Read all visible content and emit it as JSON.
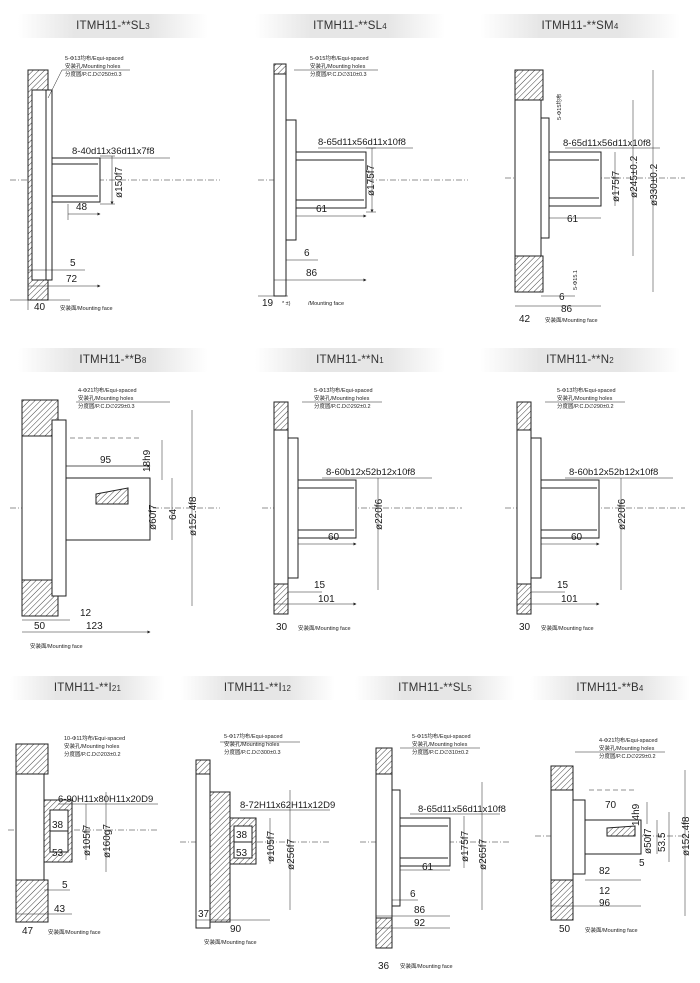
{
  "panels": [
    {
      "id": "sl3",
      "title": "ITMH11-**SL",
      "sub": "3",
      "note1": "5-Φ13均布/Equi-spaced",
      "note2": "安装孔/Mounting holes",
      "note3": "分度圆/P.C.D∅250±0.3",
      "spline": "8-40d11x36d11x7f8",
      "d_main": "ø150f7",
      "len_inner": "48",
      "step": "5",
      "len_total": "72",
      "flange": "40",
      "face": "安装面/Mounting face"
    },
    {
      "id": "sl4",
      "title": "ITMH11-**SL",
      "sub": "4",
      "note1": "5-Φ15均布/Equi-spaced",
      "note2": "安装孔/Mounting holes",
      "note3": "分度圆/P.C.D∅310±0.3",
      "spline": "8-65d11x56d11x10f8",
      "d_main": "ø175f7",
      "len_inner": "61",
      "step": "6",
      "len_total": "86",
      "flange": "19",
      "note_sym": "* ±)",
      "face": "/Mounting face"
    },
    {
      "id": "sm4",
      "title": "ITMH11-**SM",
      "sub": "4",
      "note_top": "5-Φ15均布",
      "spline": "8-65d11x56d11x10f8",
      "d_main": "ø175f7",
      "d_pcd": "ø245±0.2",
      "d_outer": "ø330±0.2",
      "len_inner": "61",
      "note_bottom": "5-Φ15.1",
      "step": "6",
      "len_total": "86",
      "flange": "42",
      "face": "安装面/Mounting face"
    },
    {
      "id": "b8",
      "title": "ITMH11-**B",
      "sub": "8",
      "note1": "4-Φ21均布/Equi-spaced",
      "note2": "安装孔/Mounting holes",
      "note3": "分度圆/P.C.D∅229±0.3",
      "len_key": "95",
      "key_w": "18h9",
      "d_main": "ø60f7",
      "key_h": "64",
      "d_outer": "ø152.4f8",
      "step": "12",
      "len_total": "123",
      "flange": "50",
      "face": "安装面/Mounting face"
    },
    {
      "id": "n1",
      "title": "ITMH11-**N",
      "sub": "1",
      "note1": "5-Φ13均布/Equi-spaced",
      "note2": "安装孔/Mounting holes",
      "note3": "分度圆/P.C.D∅292±0.2",
      "spline": "8-60b12x52b12x10f8",
      "d_main": "ø220f6",
      "len_inner": "60",
      "step": "15",
      "len_total": "101",
      "flange": "30",
      "face": "安装面/Mounting face"
    },
    {
      "id": "n2",
      "title": "ITMH11-**N",
      "sub": "2",
      "note1": "5-Φ13均布/Equi-spaced",
      "note2": "安装孔/Mounting holes",
      "note3": "分度圆/P.C.D∅290±0.2",
      "spline": "8-60b12x52b12x10f8",
      "d_main": "ø220f6",
      "len_inner": "60",
      "step": "15",
      "len_total": "101",
      "flange": "30",
      "face": "安装面/Mounting face"
    },
    {
      "id": "i21",
      "title": "ITMH11-**I",
      "sub": "21",
      "note1": "10-Φ11均布/Equi-spaced",
      "note2": "安装孔/Mounting holes",
      "note3": "分度圆/P.C.D∅203±0.2",
      "spline": "6-90H11x80H11x20D9",
      "len_a": "38",
      "len_b": "53",
      "d_main": "ø105f7",
      "d_outer": "ø160g7",
      "step": "5",
      "len_total": "43",
      "flange": "47",
      "face": "安装面/Mounting face"
    },
    {
      "id": "i12",
      "title": "ITMH11-**I",
      "sub": "12",
      "note1": "5-Φ17均布/Equi-spaced",
      "note2": "安装孔/Mounting holes",
      "note3": "分度圆/P.C.D∅300±0.3",
      "spline": "8-72H11x62H11x12D9",
      "len_a": "38",
      "len_b": "53",
      "d_main": "ø105f7",
      "d_outer": "ø256f7",
      "len_total": "90",
      "flange": "37",
      "face": "安装面/Mounting face"
    },
    {
      "id": "sl5",
      "title": "ITMH11-**SL",
      "sub": "5",
      "note1": "5-Φ15均布/Equi-spaced",
      "note2": "安装孔/Mounting holes",
      "note3": "分度圆/P.C.D∅310±0.2",
      "spline": "8-65d11x56d11x10f8",
      "d_main": "ø175f7",
      "d_outer": "ø265f7",
      "len_inner": "61",
      "step": "6",
      "len_mid": "86",
      "len_total": "92",
      "flange": "36",
      "face": "安装面/Mounting face"
    },
    {
      "id": "b4",
      "title": "ITMH11-**B",
      "sub": "4",
      "note1": "4-Φ21均布/Equi-spaced",
      "note2": "安装孔/Mounting holes",
      "note3": "分度圆/P.C.D∅229±0.2",
      "len_key": "70",
      "key_w": "14h9",
      "d_main": "ø50f7",
      "key_h": "53.5",
      "d_outer": "ø152.4f8",
      "step_a": "5",
      "len_inner": "82",
      "step": "12",
      "len_total": "96",
      "flange": "50",
      "face": "安装面/Mounting face"
    }
  ]
}
